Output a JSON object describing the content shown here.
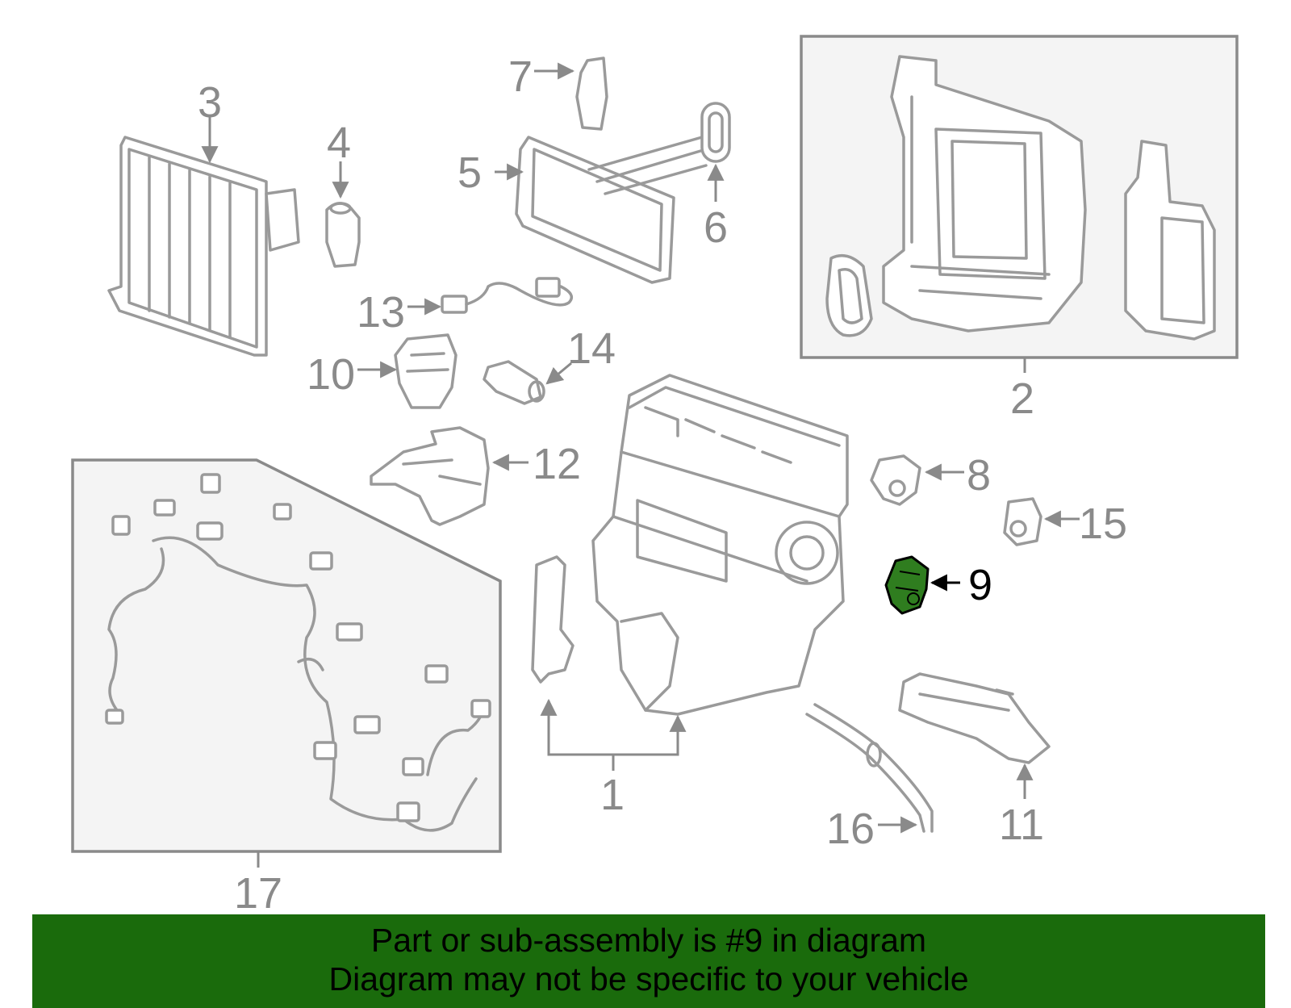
{
  "callouts": {
    "c1": "1",
    "c2": "2",
    "c3": "3",
    "c4": "4",
    "c5": "5",
    "c6": "6",
    "c7": "7",
    "c8": "8",
    "c9": "9",
    "c10": "10",
    "c11": "11",
    "c12": "12",
    "c13": "13",
    "c14": "14",
    "c15": "15",
    "c16": "16",
    "c17": "17"
  },
  "highlight": {
    "part": "9",
    "color": "#2f7d1f"
  },
  "banner": {
    "line1": "Part or sub-assembly is #9 in diagram",
    "line2": "Diagram may not be specific to your vehicle",
    "background": "#1a6b0c"
  }
}
